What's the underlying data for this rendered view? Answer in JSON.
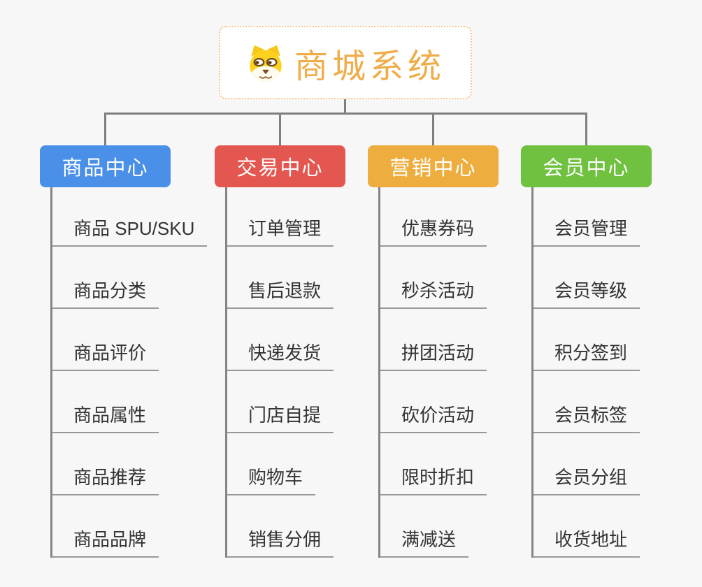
{
  "canvas": {
    "background": "#f7f7f7",
    "connector_color": "#7f7f7f",
    "leaf_line_color": "#999999"
  },
  "root": {
    "label": "商城系统",
    "icon": "doge-face-icon",
    "text_color": "#efad4a",
    "border_color": "#f5c883"
  },
  "branches": [
    {
      "label": "商品中心",
      "color": "#4a8fe8",
      "children": [
        "商品 SPU/SKU",
        "商品分类",
        "商品评价",
        "商品属性",
        "商品推荐",
        "商品品牌"
      ]
    },
    {
      "label": "交易中心",
      "color": "#e45750",
      "children": [
        "订单管理",
        "售后退款",
        "快递发货",
        "门店自提",
        "购物车",
        "销售分佣"
      ]
    },
    {
      "label": "营销中心",
      "color": "#edae3f",
      "children": [
        "优惠券码",
        "秒杀活动",
        "拼团活动",
        "砍价活动",
        "限时折扣",
        "满减送"
      ]
    },
    {
      "label": "会员中心",
      "color": "#6fc13f",
      "children": [
        "会员管理",
        "会员等级",
        "积分签到",
        "会员标签",
        "会员分组",
        "收货地址"
      ]
    }
  ]
}
